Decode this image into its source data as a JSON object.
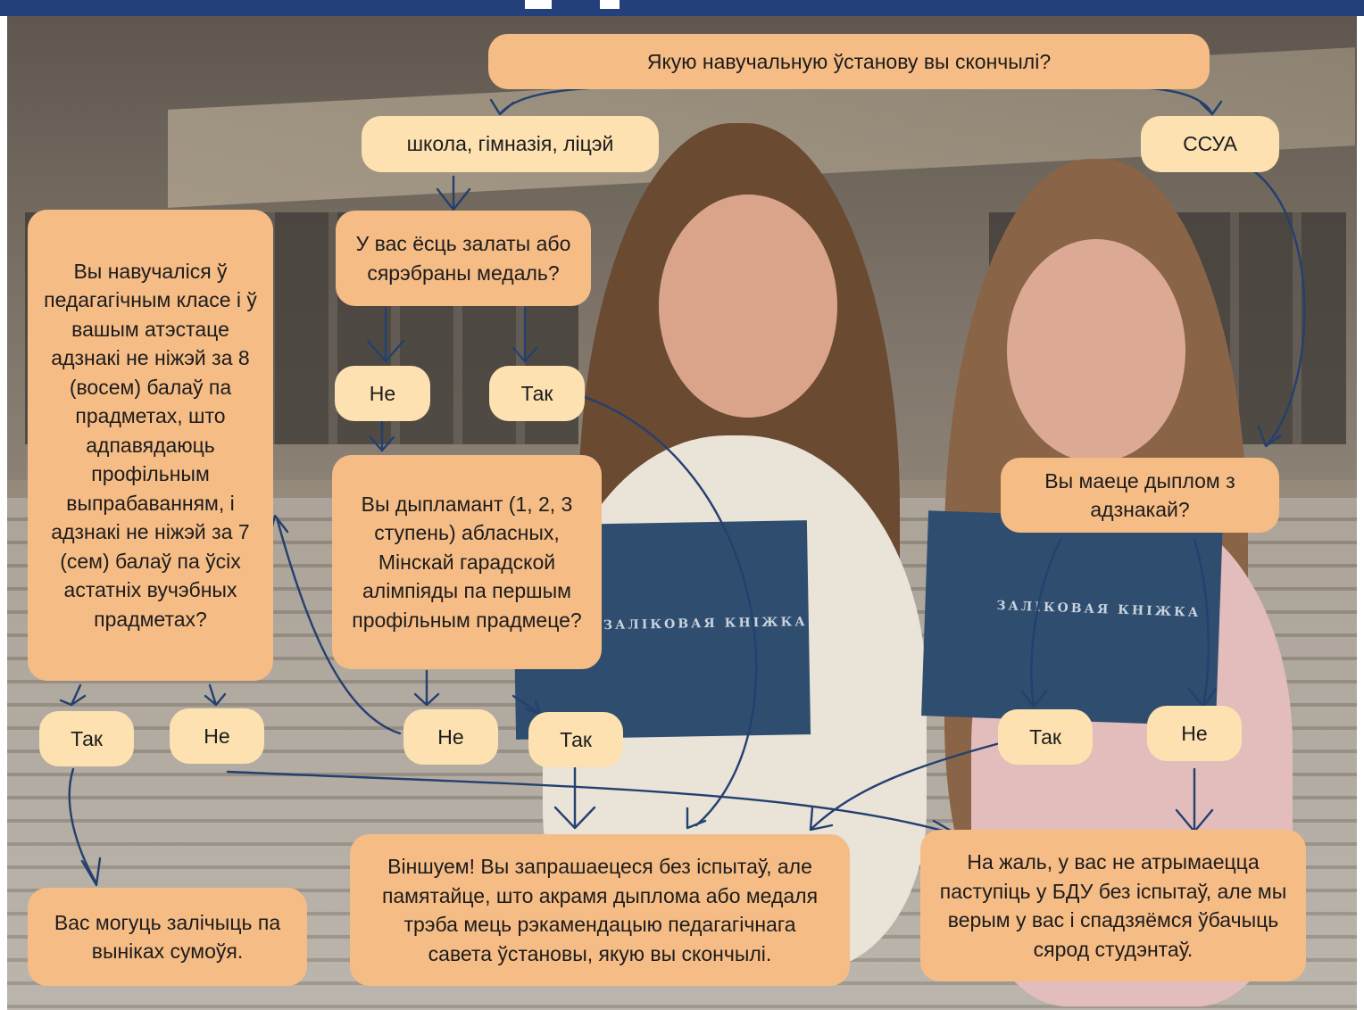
{
  "question_institution": "Якую навучальную ўстанову вы скончылі?",
  "branch_school": "школа, гімназія, ліцэй",
  "branch_college": "ССУА",
  "question_medal": "У вас ёсць залаты або сярэбраны медаль?",
  "medal_no": "Не",
  "medal_yes": "Так",
  "question_pedagogical": "Вы навучаліся ў педагагічным класе і ў вашым атэстаце адзнакі не ніжэй за 8 (восем) балаў па прадметах, што адпавядаюць профільным выпрабаванням, і адзнакі не ніжэй за 7 (сем) балаў па ўсіх астатніх вучэбных прадметах?",
  "question_olympiad": "Вы дыпламант (1, 2, 3 ступень) абласных, Мінскай гарадской алімпіяды па першым профільным прадмеце?",
  "question_diploma": "Вы маеце дыплом з адзнакай?",
  "pedagogical_yes": "Так",
  "pedagogical_no": "Не",
  "olympiad_no": "Не",
  "olympiad_yes": "Так",
  "diploma_yes": "Так",
  "diploma_no": "Не",
  "result_competition": "Вас могуць залічыць па выніках сумоўя.",
  "result_congrats": "Віншуем! Вы запрашаецеся без іспытаў, але памятайце, што акрамя дыплома або медаля трэба мець рэкамендацыю педагагічнага савета ўстановы, якую вы скончылі.",
  "result_sorry": "На жаль, у вас не атрымаецца паступіць у БДУ без іспытаў, але мы верым у вас і спадзяёмся ўбачыць сярод студэнтаў.",
  "photo_book_text": "ЗАЛІКОВАЯ КНІЖКА",
  "colors": {
    "question_box": "#f6bc86",
    "answer_box": "#fde1b1",
    "arrow": "#24406f",
    "top_bar": "#24407a"
  }
}
